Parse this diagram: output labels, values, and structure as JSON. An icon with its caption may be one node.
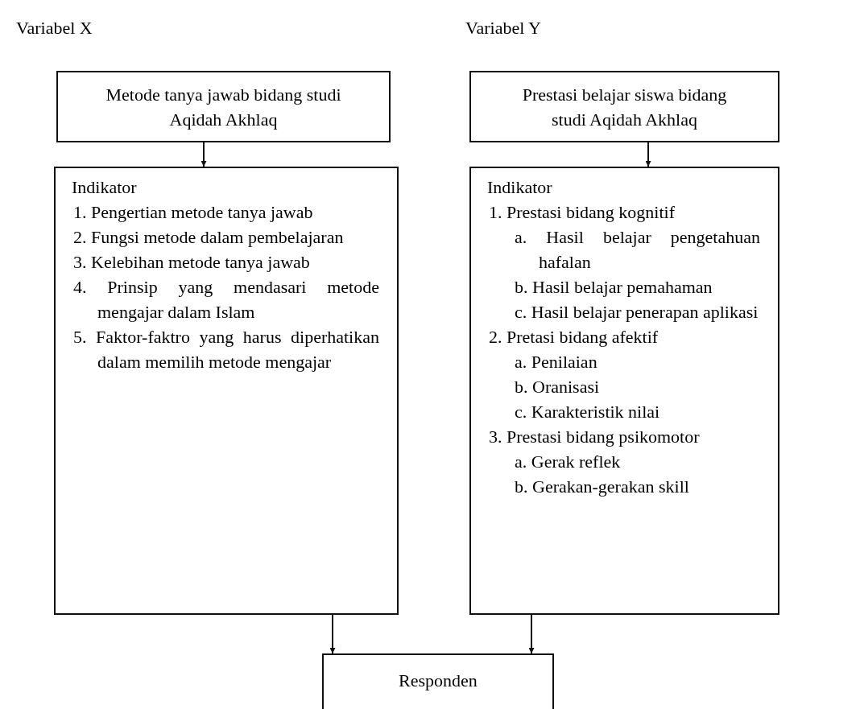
{
  "diagram": {
    "nodes": [
      {
        "text": [
          "Metode tanya jawab bidang studi Aqidah Akhlaq"
        ]
      },
      {
        "text": [
          "Indikator",
          "1. Pengertian metode tanya jawab",
          "2. Fungsi metode dalam pembelajaran",
          "3. Kelebihan metode tanya jawab",
          "4. Prinsip yang mendasari metode mengajar dalam Islam",
          "5. Faktor-faktro yang harus diperhatikan dalam memilih metode mengajar"
        ]
      },
      {
        "text": [
          "Prestasi belajar siswa bidang studi Aqidah Akhlaq"
        ]
      },
      {
        "text": [
          "Indikator",
          "1. Prestasi bidang kognitif",
          "a. Hasil belajar pengetahuan hafalan",
          "b. Hasil belajar pemahaman",
          "c. Hasil belajar penerapan aplikasi",
          "2. Pretasi bidang afektif",
          "a. Penilaian",
          "b. Oranisasi",
          "c. Karakteristik nilai",
          "3. Prestasi bidang psikomotor",
          "a. Gerak reflek",
          "b. Gerakan-gerakan skill"
        ]
      },
      {
        "text": [
          "Responden"
        ]
      }
    ],
    "edges": [
      {
        "from": 0,
        "to": 1,
        "arrow": "to"
      },
      {
        "from": 2,
        "to": 3,
        "arrow": "to"
      },
      {
        "from": 1,
        "to": 4,
        "arrow": "to"
      },
      {
        "from": 3,
        "to": 4,
        "arrow": "to"
      }
    ],
    "labels": [
      "Variabel X",
      "Variabel Y"
    ]
  }
}
